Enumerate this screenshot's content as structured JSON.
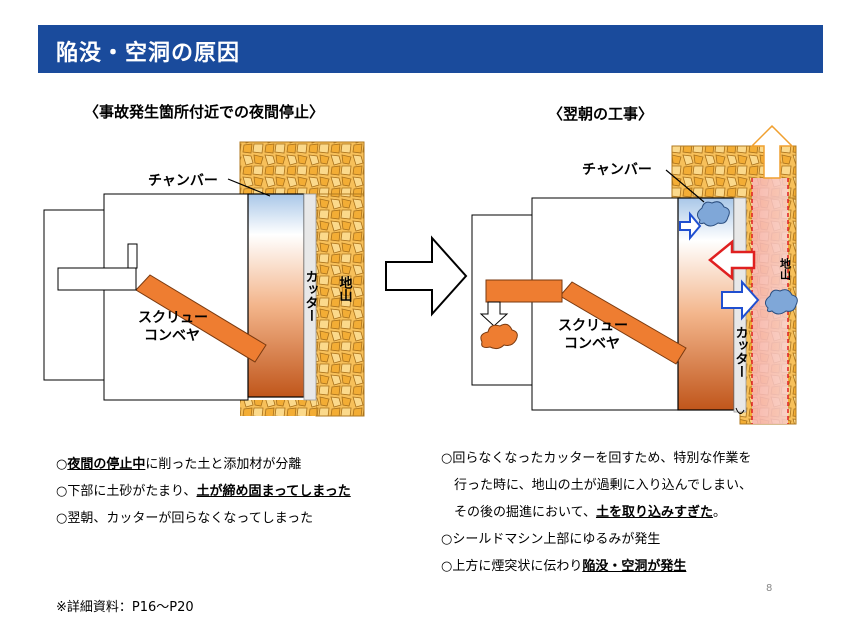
{
  "title": "陥没・空洞の原因",
  "left": {
    "caption": "〈事故発生箇所付近での夜間停止〉",
    "labels": {
      "chamber": "チャンバー",
      "screw_conveyor_1": "スクリュー",
      "screw_conveyor_2": "コンベヤ",
      "cutter": "カッター",
      "ground": "地山"
    },
    "notes": [
      {
        "prefix": "○",
        "emph": "夜間の停止中",
        "rest": "に削った土と添加材が分離"
      },
      {
        "prefix": "○下部に土砂がたまり、",
        "emph": "土が締め固まってしまった",
        "rest": ""
      },
      {
        "prefix": "○翌朝、カッターが回らなくなってしまった",
        "emph": "",
        "rest": ""
      }
    ]
  },
  "right": {
    "caption": "〈翌朝の工事〉",
    "labels": {
      "chamber": "チャンバー",
      "screw_conveyor_1": "スクリュー",
      "screw_conveyor_2": "コンベヤ",
      "cutter": "カッター",
      "ground": "地山"
    },
    "notes": [
      {
        "prefix": "○回らなくなったカッターを回すため、特別な作業を",
        "emph": "",
        "rest": ""
      },
      {
        "prefix": "　行った時に、地山の土が過剰に入り込んでしまい、",
        "emph": "",
        "rest": ""
      },
      {
        "prefix": "　その後の掘進において、",
        "emph": "土を取り込みすぎた",
        "rest": "。"
      },
      {
        "prefix": "○シールドマシン上部にゆるみが発生",
        "emph": "",
        "rest": ""
      },
      {
        "prefix": "○上方に煙突状に伝わり",
        "emph": "陥没・空洞が発生",
        "rest": ""
      }
    ]
  },
  "page_number": "8",
  "footnote": "※詳細資料：P16～P20",
  "colors": {
    "title_bar": "#1a4b9c",
    "screw": "#ee7d31",
    "ground": "#f5b942",
    "chamber_top": "#a9c7e8",
    "cutter_bottom": "#c0561b",
    "arrow_blue": "#1f4fd0",
    "arrow_red": "#e02020",
    "soil_cloud": "#ee7d31",
    "loose_cloud": "#7fa7d8"
  }
}
